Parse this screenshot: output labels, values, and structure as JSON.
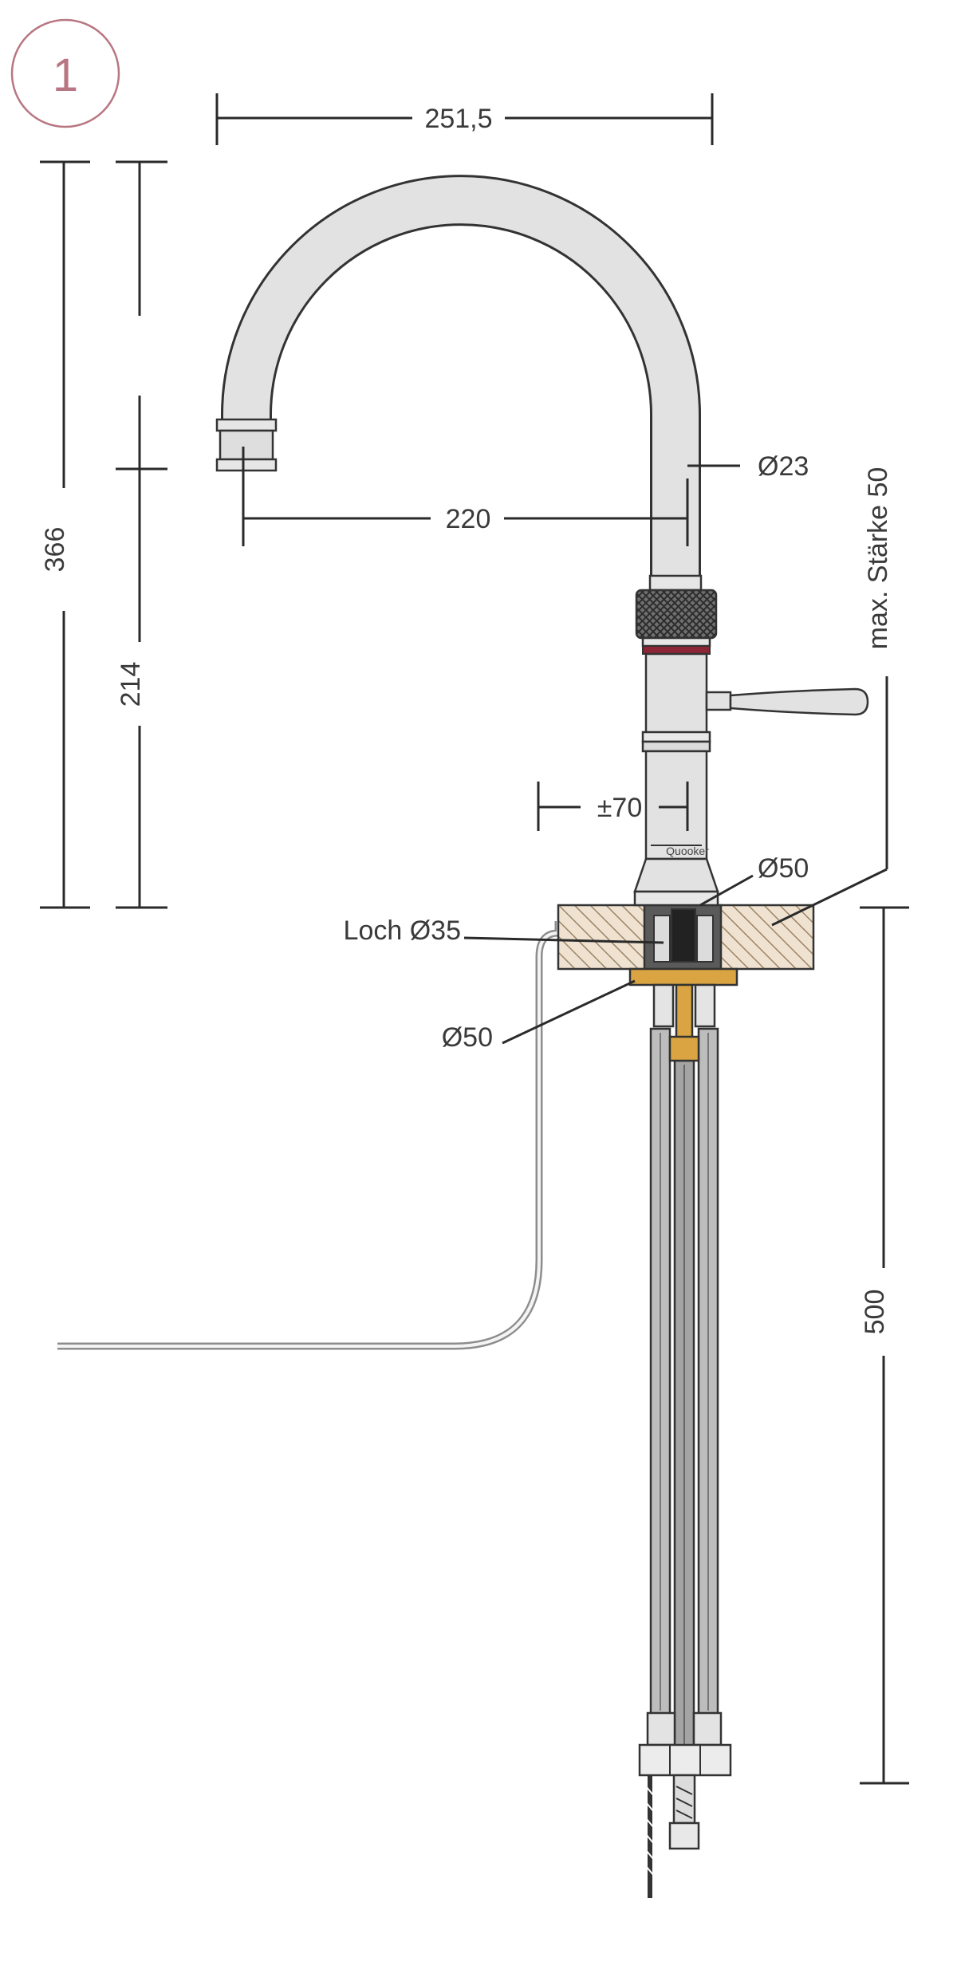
{
  "badge": {
    "number": "1"
  },
  "dimensions": {
    "overall_reach": "251,5",
    "spout_reach": "220",
    "spout_diameter": "Ø23",
    "total_height": "366",
    "spout_height": "214",
    "max_thickness": "max. Stärke 50",
    "handle_offset": "±70",
    "base_diameter": "Ø50",
    "hole": "Loch Ø35",
    "plate_diameter": "Ø50",
    "hose_length": "500"
  },
  "brand": {
    "logo_text": "Quooker"
  },
  "colors": {
    "badge": "#b87683",
    "line": "#2a2a2a",
    "metal": "#e2e2e2",
    "metal_outline": "#333333",
    "accent_ring": "#8c2535",
    "wood_fill": "#efe2d0",
    "wood_hatch": "#9c8468",
    "brass": "#d9a441",
    "hose": "#bdbdbd",
    "hose_dark": "#555555"
  }
}
